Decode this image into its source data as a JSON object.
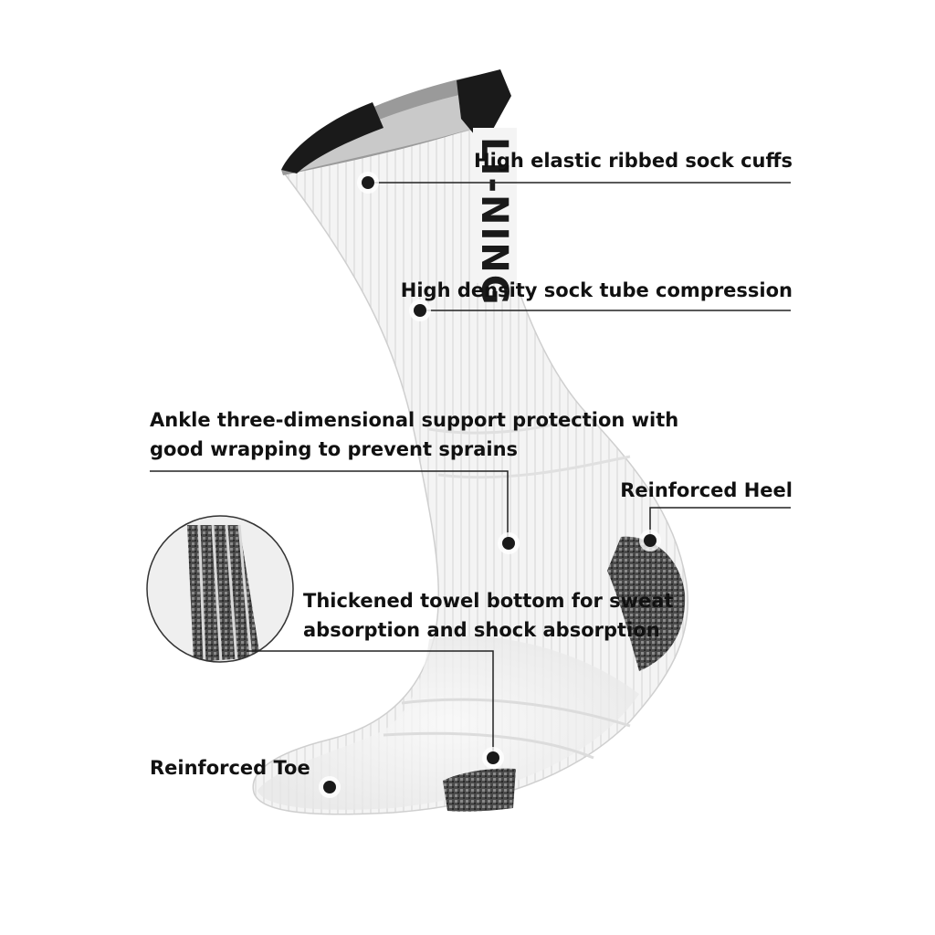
{
  "product": {
    "cuff_text": "LI-NING"
  },
  "callouts": {
    "cuffs": "High elastic ribbed sock cuffs",
    "tube": "High density sock tube compression",
    "ankle_line1": "Ankle three-dimensional support protection with",
    "ankle_line2": "good wrapping to prevent sprains",
    "heel": "Reinforced Heel",
    "towel_line1": "Thickened towel bottom for sweat",
    "towel_line2": "absorption and shock absorption",
    "toe": "Reinforced Toe"
  },
  "colors": {
    "sock_body": "#f4f4f4",
    "cuff_band": "#1a1a1a",
    "reinforced_zone": "#555555",
    "leader_line": "#222222",
    "marker": "#1a1a1a"
  },
  "icons": {
    "marker": "dot-marker-icon",
    "detail_zoom": "magnified-detail-icon"
  }
}
